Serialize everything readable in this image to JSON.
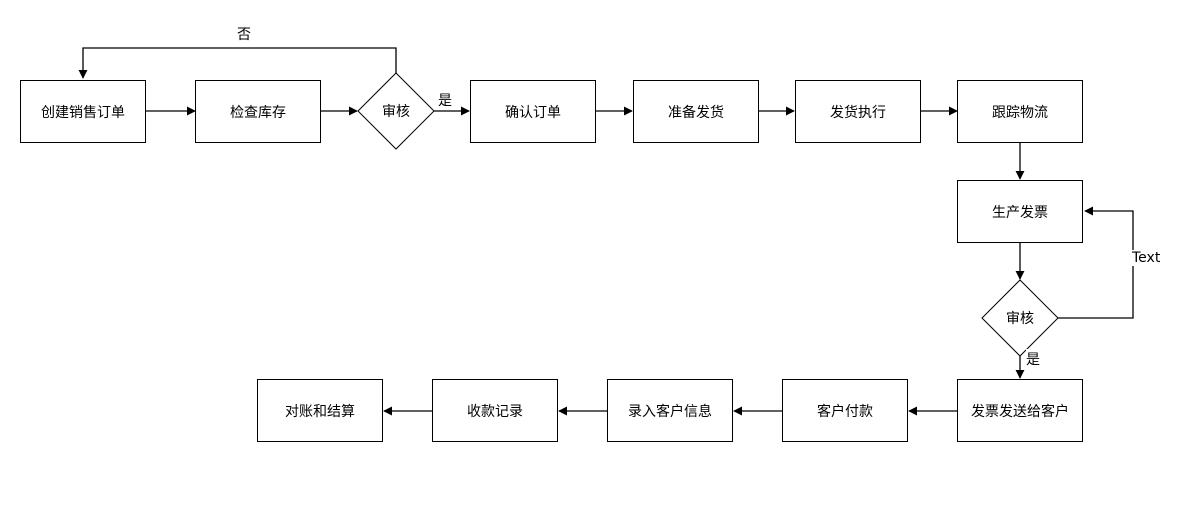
{
  "nodes": {
    "create_order": "创建销售订单",
    "check_stock": "检查库存",
    "review1": "审核",
    "confirm_order": "确认订单",
    "prepare_ship": "准备发货",
    "ship_exec": "发货执行",
    "track": "跟踪物流",
    "invoice": "生产发票",
    "review2": "审核",
    "send_invoice": "发票发送给客户",
    "customer_pay": "客户付款",
    "enter_info": "录入客户信息",
    "collect_record": "收款记录",
    "reconcile": "对账和结算"
  },
  "edge_labels": {
    "no": "否",
    "yes1": "是",
    "text": "Text",
    "yes2": "是"
  }
}
